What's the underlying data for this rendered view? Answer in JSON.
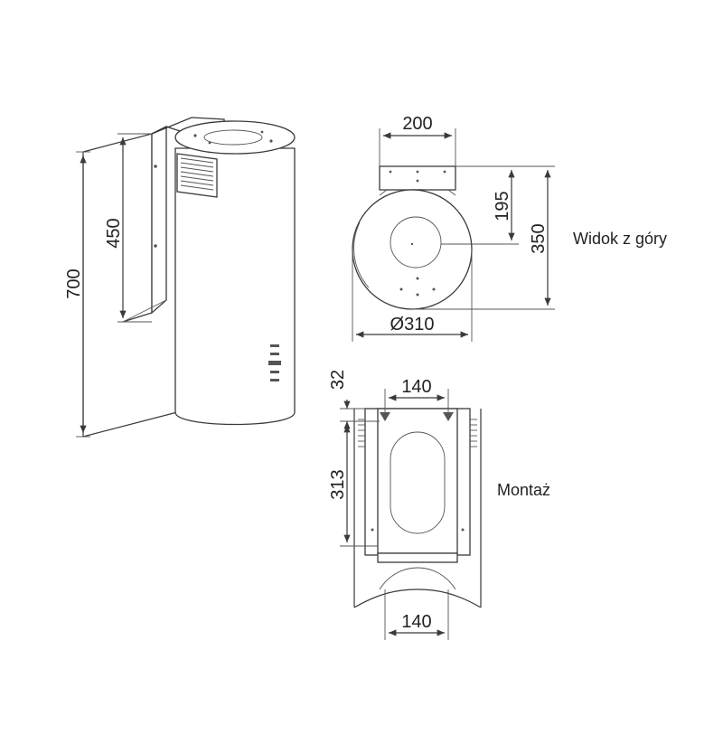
{
  "dimensions": {
    "height_total": "700",
    "height_bracket": "450",
    "width_bracket_top": "200",
    "depth_offset": "195",
    "depth_total": "350",
    "diameter": "Ø310",
    "bracket_top_offset": "32",
    "bracket_width_top": "140",
    "bracket_height": "313",
    "bracket_width_bottom": "140"
  },
  "labels": {
    "top_view": "Widok z góry",
    "mounting": "Montaż"
  }
}
